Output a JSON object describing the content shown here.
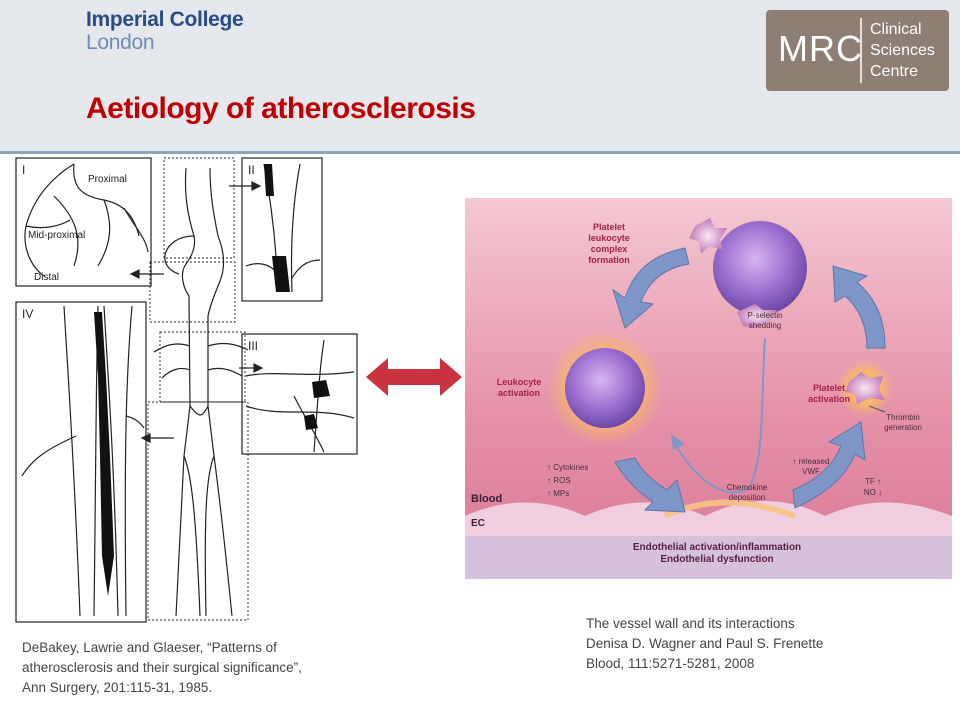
{
  "header": {
    "institution_line1": "Imperial College",
    "institution_line2": "London",
    "mrc_logo": {
      "abbrev": "MRC",
      "line1": "Clinical",
      "line2": "Sciences",
      "line3": "Centre"
    },
    "title": "Aetiology of atherosclerosis"
  },
  "left_figure": {
    "panel_I": "I",
    "panel_II": "II",
    "panel_III": "III",
    "panel_IV": "IV",
    "label_proximal": "Proximal",
    "label_mid_proximal": "Mid-proximal",
    "label_distal": "Distal"
  },
  "right_figure": {
    "platelet_leukocyte": [
      "Platelet",
      "leukocyte",
      "complex",
      "formation"
    ],
    "p_selectin": [
      "P-selectin",
      "shedding"
    ],
    "leukocyte_activation": [
      "Leukocyte",
      "activation"
    ],
    "platelet_activation": [
      "Platelet",
      "activation"
    ],
    "thrombin": [
      "Thrombin",
      "generation"
    ],
    "mediators": [
      "↑ Cytokines",
      "↑ ROS",
      "↑ MPs"
    ],
    "released_vwf": [
      "↑ released",
      "VWF"
    ],
    "tf_no": [
      "TF ↑",
      "NO ↓"
    ],
    "chemokine": [
      "Chemokine",
      "deposition"
    ],
    "blood": "Blood",
    "ec": "EC",
    "endothelial_activation": "Endothelial activation/inflammation",
    "endothelial_dysfunction": "Endothelial dysfunction"
  },
  "captions": {
    "left": [
      "DeBakey, Lawrie and Glaeser, “Patterns of",
      "atherosclerosis and their surgical significance”,",
      "Ann Surgery, 201:115-31, 1985."
    ],
    "right": [
      "The vessel wall and its interactions",
      "Denisa D. Wagner and Paul S. Frenette",
      "Blood, 111:5271-5281, 2008"
    ]
  },
  "colors": {
    "title_red": "#c00000",
    "imperial_blue": "#2a4c86",
    "mrc_brown": "#8e7e73",
    "arrow_red": "#c8333f",
    "cycle_arrow_blue": "#7f97c8"
  }
}
